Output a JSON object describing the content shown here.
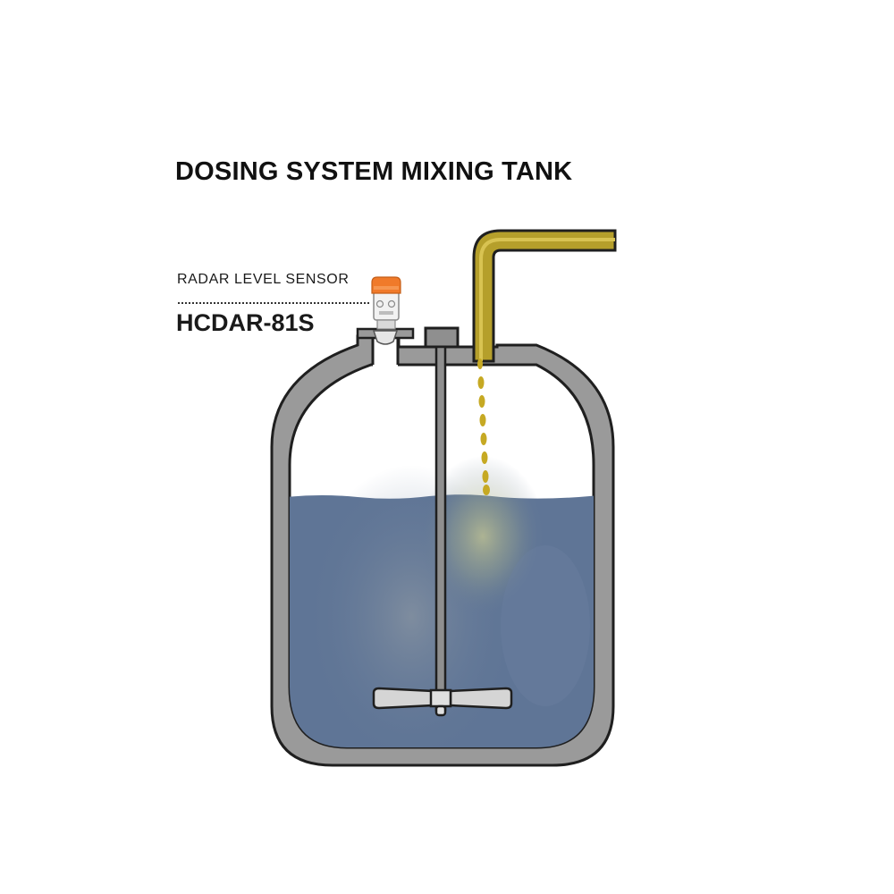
{
  "title": "DOSING SYSTEM MIXING TANK",
  "sensor": {
    "label": "RADAR LEVEL SENSOR",
    "model": "HCDAR-81S"
  },
  "colors": {
    "tank_shell": "#9a9a9a",
    "tank_outline": "#1f1f1f",
    "liquid": "#5f7596",
    "liquid_glow": "#a9b488",
    "dosing_pipe": "#b59f2b",
    "sensor_cap": "#f07a2a",
    "agitator": "#8f8f8f"
  },
  "icons": [
    "radar-sensor-icon",
    "agitator-icon",
    "dosing-pipe-icon",
    "liquid-drop-icon"
  ]
}
